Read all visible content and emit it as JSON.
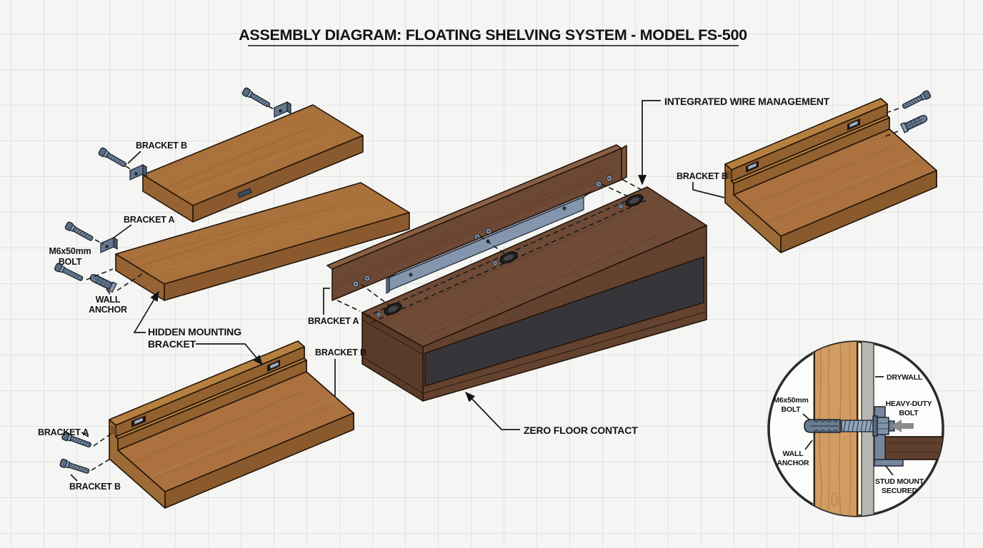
{
  "title": "ASSEMBLY DIAGRAM: FLOATING SHELVING SYSTEM - MODEL FS-500",
  "exploded_view": {
    "bracket_b_upper": "BRACKET B",
    "bracket_a_upper": "BRACKET A",
    "m6_bolt_line1": "M6x50mm",
    "m6_bolt_line2": "BOLT",
    "wall_anchor_line1": "WALL",
    "wall_anchor_line2": "ANCHOR",
    "hidden_bracket_line1": "HIDDEN MOUNTING",
    "hidden_bracket_line2": "BRACKET",
    "bracket_a_left": "BRACKET A",
    "bracket_b_left": "BRACKET B",
    "bracket_a_center": "BRACKET A",
    "bracket_b_center": "BRACKET B",
    "wire_management": "INTEGRATED WIRE MANAGEMENT",
    "zero_floor_contact": "ZERO FLOOR CONTACT",
    "bracket_b_right": "BRACKET B"
  },
  "detail_inset": {
    "drywall": "DRYWALL",
    "m6_bolt_line1": "M6x50mm",
    "m6_bolt_line2": "BOLT",
    "heavy_duty_line1": "HEAVY-DUTY",
    "heavy_duty_line2": "BOLT",
    "wall_anchor_line1": "WALL",
    "wall_anchor_line2": "ANCHOR",
    "stud_mount_line1": "STUD MOUNT",
    "stud_mount_line2": "SECURED"
  },
  "colors": {
    "paper": "#f5f5f3",
    "grid_line": "#e1e1df",
    "ink": "#161616",
    "oak_top": "#a9713c",
    "oak_front": "#8a5a2e",
    "walnut_top": "#6f4b37",
    "walnut_front": "#63422f",
    "panel_black": "#36363a",
    "steel": "#66788e",
    "steel_light": "#8b9cb2",
    "stud_wood": "#d09c63",
    "drywall_gray": "#b7b6b2",
    "arrow_gray": "#8c8c8c"
  }
}
